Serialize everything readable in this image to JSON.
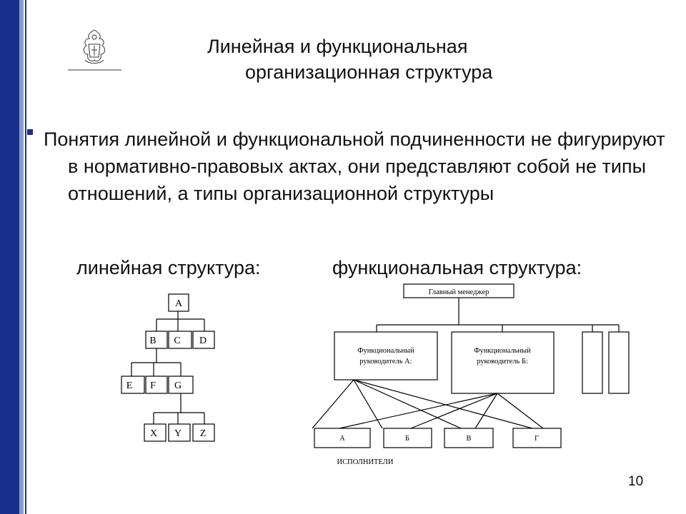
{
  "title": {
    "line1": "Линейная и функциональная",
    "line2": "организационная структура"
  },
  "paragraph": "Понятия линейной и функциональной подчиненности не фигурируют в нормативно-правовых актах, они представляют собой не типы отношений, а типы организационной структуры",
  "labels": {
    "linear": "линейная структура:",
    "functional": "функциональная структура:"
  },
  "linear_tree": {
    "root": "A",
    "level2": [
      "B",
      "C",
      "D"
    ],
    "level3": [
      "E",
      "F",
      "G"
    ],
    "level4": [
      "X",
      "Y",
      "Z"
    ]
  },
  "functional_tree": {
    "top": "Главный менеджер",
    "managers": [
      "Функциональный руководитель А:",
      "Функциональный руководитель Б:"
    ],
    "executors": [
      "А",
      "Б",
      "В",
      "Г"
    ],
    "executors_caption": "ИСПОЛНИТЕЛИ"
  },
  "page_number": "10"
}
